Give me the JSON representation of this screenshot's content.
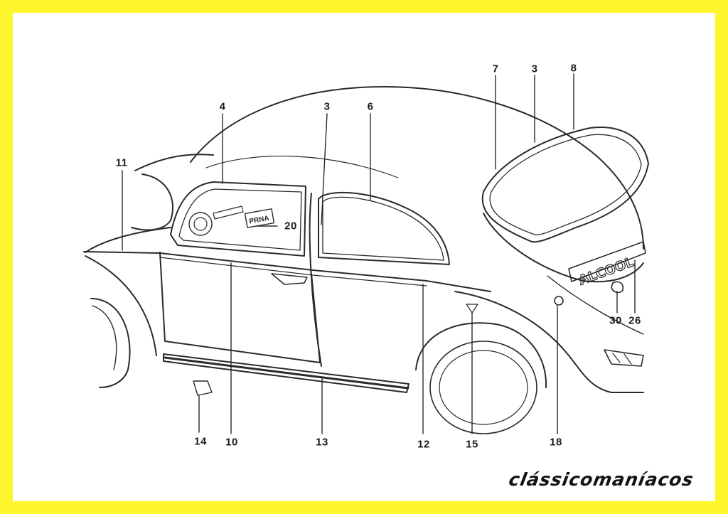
{
  "colors": {
    "border": "#fff62e",
    "background": "#ffffff",
    "line": "#2a2a2a"
  },
  "diagram": {
    "callouts": [
      {
        "id": "c11",
        "label": "11"
      },
      {
        "id": "c4",
        "label": "4"
      },
      {
        "id": "c3a",
        "label": "3"
      },
      {
        "id": "c6",
        "label": "6"
      },
      {
        "id": "c7",
        "label": "7"
      },
      {
        "id": "c3b",
        "label": "3"
      },
      {
        "id": "c8",
        "label": "8"
      },
      {
        "id": "c20",
        "label": "20"
      },
      {
        "id": "c30",
        "label": "30"
      },
      {
        "id": "c26",
        "label": "26"
      },
      {
        "id": "c14",
        "label": "14"
      },
      {
        "id": "c10",
        "label": "10"
      },
      {
        "id": "c13",
        "label": "13"
      },
      {
        "id": "c12",
        "label": "12"
      },
      {
        "id": "c15",
        "label": "15"
      },
      {
        "id": "c18",
        "label": "18"
      }
    ],
    "badges": {
      "window_sticker": "PRNA",
      "rear_emblem": "ALCOOL"
    }
  },
  "brand": {
    "text": "clássicomaníacos"
  }
}
